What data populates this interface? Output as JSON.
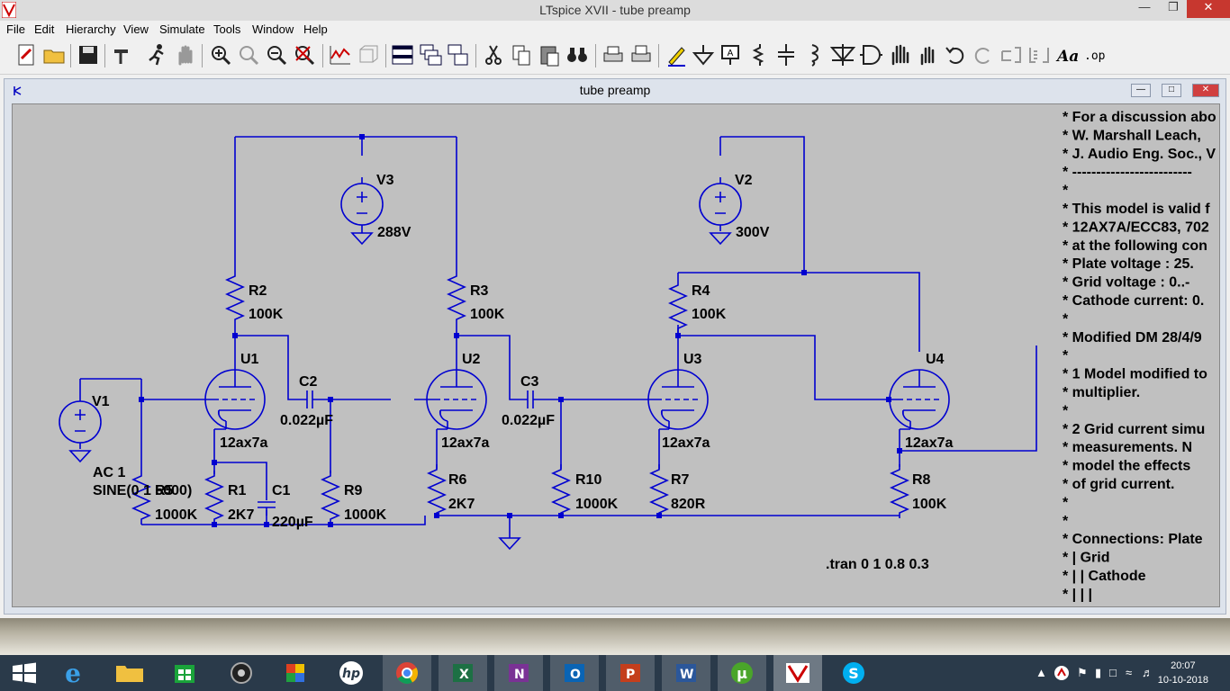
{
  "window": {
    "title": "LTspice XVII - tube preamp"
  },
  "menu": [
    "File",
    "Edit",
    "Hierarchy",
    "View",
    "Simulate",
    "Tools",
    "Window",
    "Help"
  ],
  "document": {
    "title": "tube preamp"
  },
  "schematic": {
    "components": {
      "V3": {
        "name": "V3",
        "value": "288V"
      },
      "V2": {
        "name": "V2",
        "value": "300V"
      },
      "V1": {
        "name": "V1",
        "value1": "AC 1",
        "value2": "SINE(0 1 5000)"
      },
      "R2": {
        "name": "R2",
        "value": "100K"
      },
      "R3": {
        "name": "R3",
        "value": "100K"
      },
      "R4": {
        "name": "R4",
        "value": "100K"
      },
      "U1": {
        "name": "U1",
        "value": "12ax7a"
      },
      "U2": {
        "name": "U2",
        "value": "12ax7a"
      },
      "U3": {
        "name": "U3",
        "value": "12ax7a"
      },
      "U4": {
        "name": "U4",
        "value": "12ax7a"
      },
      "C2": {
        "name": "C2",
        "value": "0.022µF"
      },
      "C3": {
        "name": "C3",
        "value": "0.022µF"
      },
      "R1": {
        "name": "R1",
        "value": "2K7"
      },
      "C1": {
        "name": "C1",
        "value": "220µF"
      },
      "R5": {
        "name": "R5",
        "value": "1000K"
      },
      "R9": {
        "name": "R9",
        "value": "1000K"
      },
      "R6": {
        "name": "R6",
        "value": "2K7"
      },
      "R10": {
        "name": "R10",
        "value": "1000K"
      },
      "R7": {
        "name": "R7",
        "value": "820R"
      },
      "R8": {
        "name": "R8",
        "value": "100K"
      }
    },
    "directive": ".tran 0 1 0.8 0.3",
    "comments": [
      "*  For a discussion abo",
      "*  W. Marshall Leach,",
      "*  J. Audio Eng. Soc., V",
      "* -------------------------",
      "*",
      "* This model is valid f",
      "* 12AX7A/ECC83, 702",
      "* at the following con",
      "*  Plate voltage  : 25.",
      "*  Grid voltage   : 0..-",
      "*  Cathode current: 0.",
      "*",
      "* Modified DM 28/4/9",
      "*",
      "*  1 Model modified to",
      "*    multiplier.",
      "*",
      "*  2 Grid current simu",
      "*    measurements.  N",
      "*    model the effects",
      "*    of grid current.",
      "*",
      "*",
      "* Connections: Plate",
      "*              | Grid",
      "*              | | Cathode",
      "*              | | |"
    ]
  },
  "taskbar": {
    "time": "20:07",
    "date": "10-10-2018"
  },
  "colors": {
    "wire": "#0000d0",
    "schematic_bg": "#c0c0c0",
    "taskbar": "#2a3a4a"
  }
}
